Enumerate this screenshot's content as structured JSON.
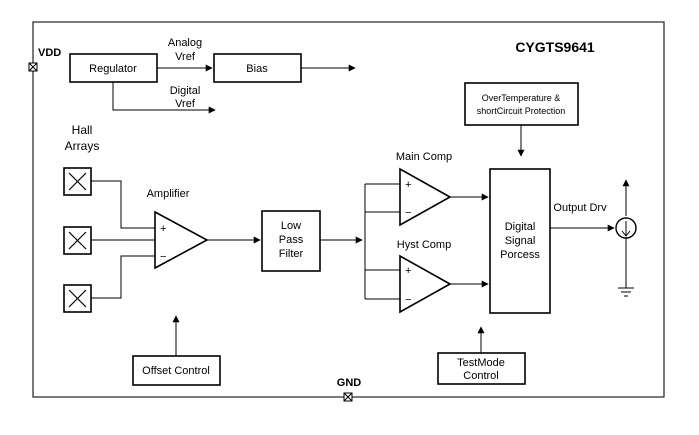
{
  "chip": {
    "title": "CYGTS9641"
  },
  "pins": {
    "vdd": "VDD",
    "gnd": "GND"
  },
  "blocks": {
    "regulator": "Regulator",
    "bias": "Bias",
    "protection_line1": "OverTemperature &",
    "protection_line2": "shortCircuit Protection",
    "low_pass_line1": "Low",
    "low_pass_line2": "Pass",
    "low_pass_line3": "Filter",
    "dsp_line1": "Digital",
    "dsp_line2": "Signal",
    "dsp_line3": "Porcess",
    "offset_control": "Offset Control",
    "testmode_line1": "TestMode",
    "testmode_line2": "Control"
  },
  "labels": {
    "analog_vref_line1": "Analog",
    "analog_vref_line2": "Vref",
    "digital_vref_line1": "Digital",
    "digital_vref_line2": "Vref",
    "hall_line1": "Hall",
    "hall_line2": "Arrays",
    "amplifier": "Amplifier",
    "main_comp": "Main Comp",
    "hyst_comp": "Hyst Comp",
    "output_drv": "Output Drv",
    "plus": "+",
    "minus": "−"
  }
}
